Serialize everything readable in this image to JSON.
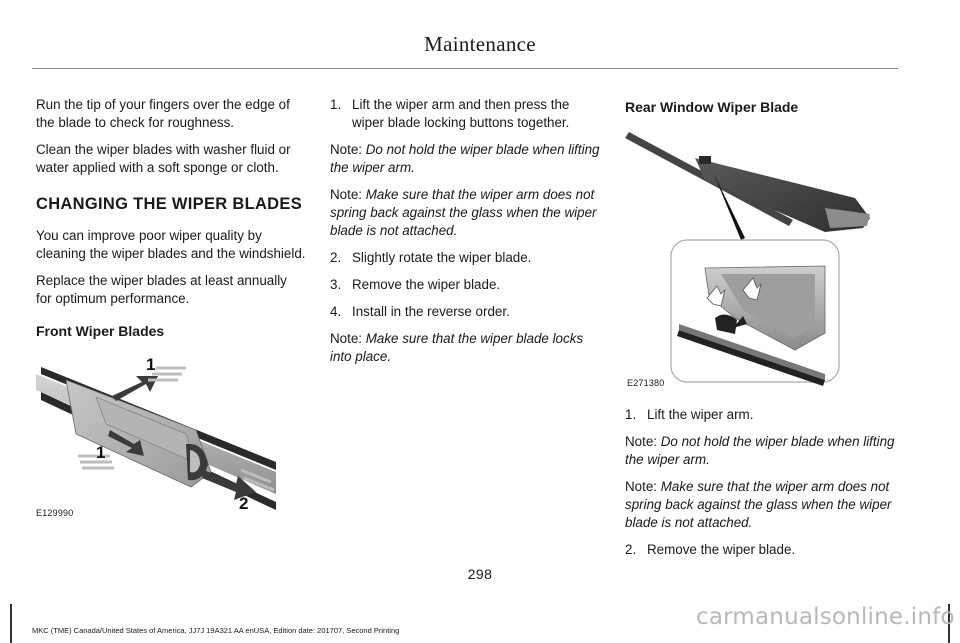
{
  "header": {
    "title": "Maintenance"
  },
  "left": {
    "p1": "Run the tip of your fingers over the edge of the blade to check for roughness.",
    "p2": "Clean the wiper blades with washer fluid or water applied with a soft sponge or cloth.",
    "section_title": "CHANGING THE WIPER BLADES",
    "p3": "You can improve poor wiper quality by cleaning the wiper blades and the windshield.",
    "p4": "Replace the wiper blades at least annually for optimum performance.",
    "sub_title": "Front Wiper Blades",
    "figure": {
      "code": "E129990",
      "callout_1a": "1",
      "callout_1b": "1",
      "callout_2": "2"
    }
  },
  "middle": {
    "step1_num": "1.",
    "step1": "Lift the wiper arm and then press the wiper blade locking buttons together.",
    "note_label": "Note:",
    "note1": "Do not hold the wiper blade when lifting the wiper arm.",
    "note2": "Make sure that the wiper arm does not spring back against the glass when the wiper blade is not attached.",
    "step2_num": "2.",
    "step2": "Slightly rotate the wiper blade.",
    "step3_num": "3.",
    "step3": "Remove the wiper blade.",
    "step4_num": "4.",
    "step4": "Install in the reverse order.",
    "note3": "Make sure that the wiper blade locks into place."
  },
  "right": {
    "sub_title": "Rear Window Wiper Blade",
    "figure": {
      "code": "E271380"
    },
    "step1_num": "1.",
    "step1": "Lift the wiper arm.",
    "note_label": "Note:",
    "note1": "Do not hold the wiper blade when lifting the wiper arm.",
    "note2": "Make sure that the wiper arm does not spring back against the glass when the wiper blade is not attached.",
    "step2_num": "2.",
    "step2": "Remove the wiper blade."
  },
  "footer": {
    "page_number": "298",
    "edition": "MKC (TME) Canada/United States of America, JJ7J 19A321 AA enUSA, Edition date: 201707, Second Printing",
    "watermark": "carmanualsonline.info"
  }
}
